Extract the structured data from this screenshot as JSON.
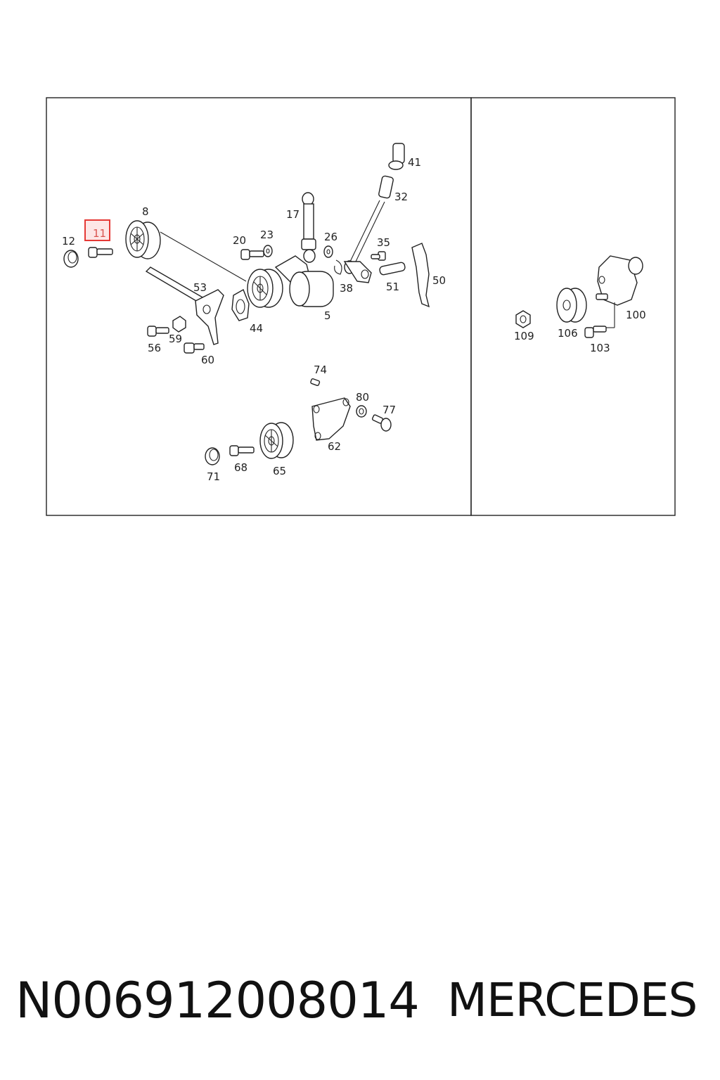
{
  "diagram": {
    "highlight_label": "11",
    "highlight_color": "#e53935",
    "callouts": {
      "c12": "12",
      "c8": "8",
      "c17": "17",
      "c41": "41",
      "c32": "32",
      "c20": "20",
      "c23": "23",
      "c26": "26",
      "c35": "35",
      "c50": "50",
      "c51": "51",
      "c38": "38",
      "c53": "53",
      "c44": "44",
      "c5": "5",
      "c56": "56",
      "c59": "59",
      "c60": "60",
      "c74": "74",
      "c80": "80",
      "c77": "77",
      "c62": "62",
      "c71": "71",
      "c68": "68",
      "c65": "65",
      "c100": "100",
      "c109": "109",
      "c106": "106",
      "c103": "103"
    }
  },
  "footer": {
    "part_number": "N006912008014",
    "brand": "MERCEDES"
  }
}
